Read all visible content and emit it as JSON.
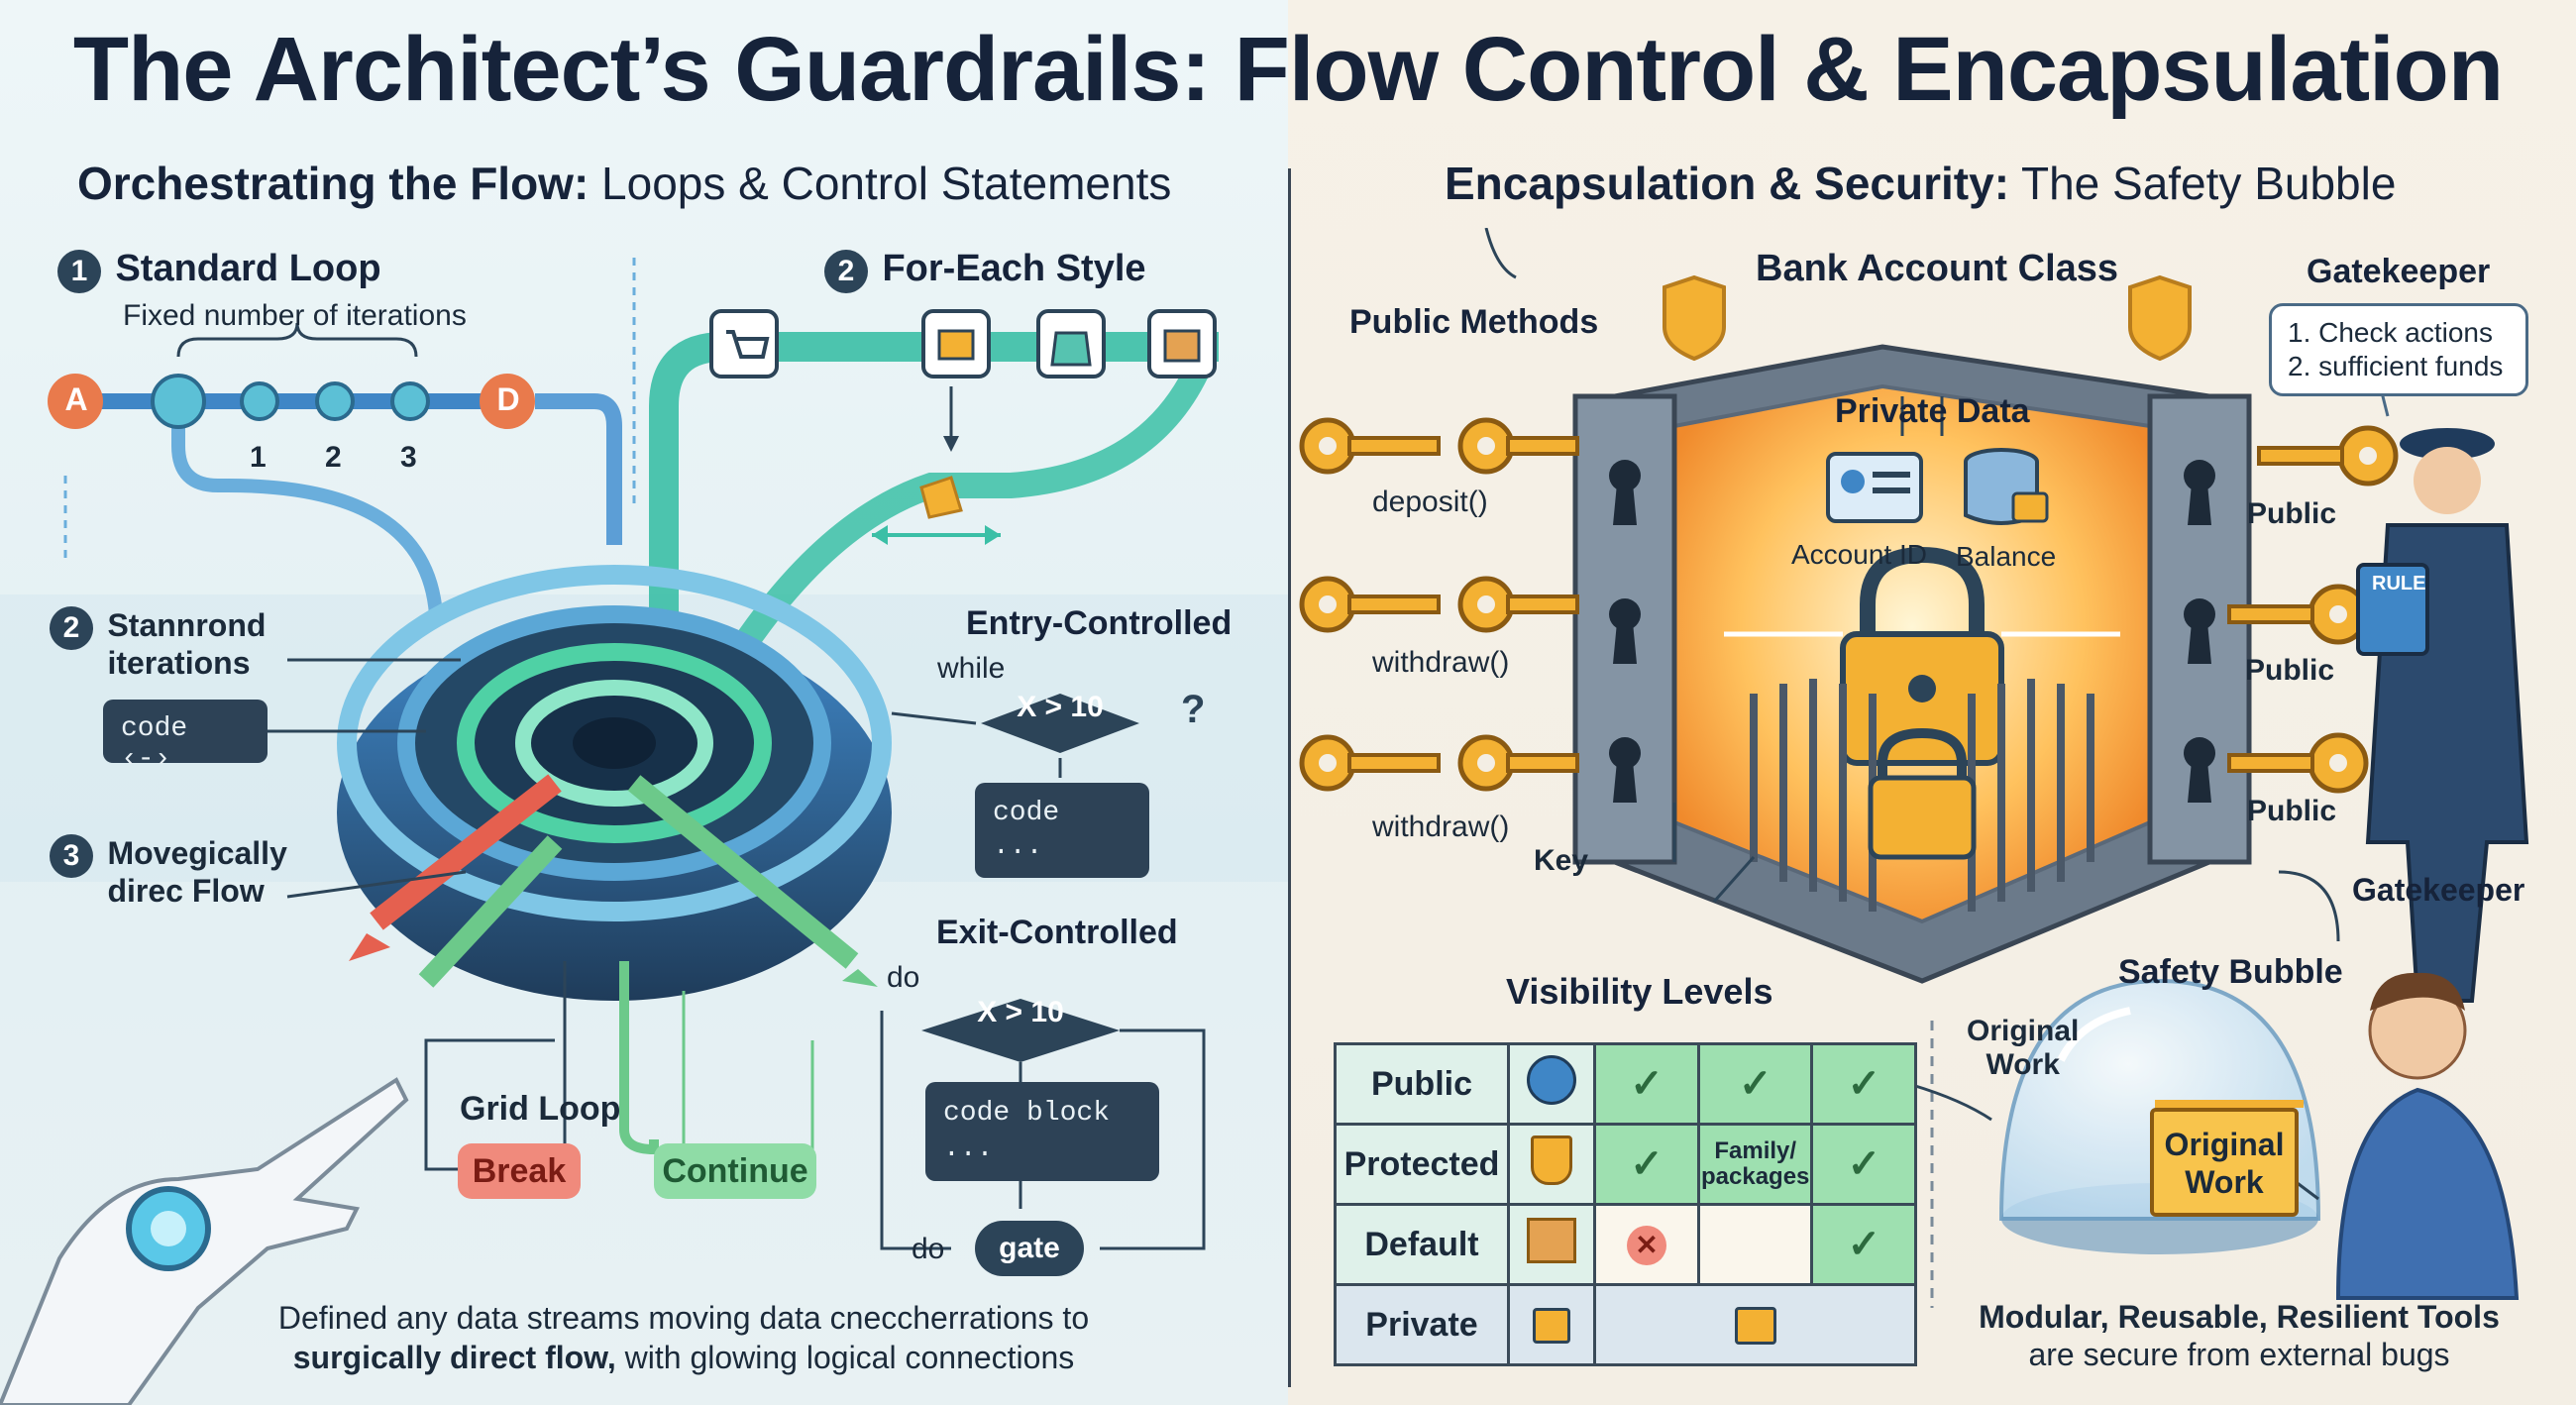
{
  "title": "The Architect’s Guardrails: Flow Control & Encapsulation",
  "left": {
    "heading_bold": "Orchestrating the Flow:",
    "heading_rest": " Loops & Control Statements",
    "standard_loop": {
      "num": "1",
      "title": "Standard Loop",
      "subtitle": "Fixed number of iterations",
      "start": "A",
      "end": "D",
      "ticks": [
        "1",
        "2",
        "3"
      ]
    },
    "for_each": {
      "num": "2",
      "title": "For-Each Style"
    },
    "stannrond": {
      "num": "2",
      "line1": "Stannrond",
      "line2": "iterations",
      "code": "code ‹-›"
    },
    "movegically": {
      "num": "3",
      "line1": "Movegically",
      "line2": "direc Flow"
    },
    "entry": {
      "title": "Entry-Controlled",
      "keyword": "while",
      "condition": "X > 10",
      "mark": "?",
      "code_line1": "code",
      "code_line2": "..."
    },
    "exit": {
      "title": "Exit-Controlled",
      "keyword": "do",
      "condition": "X > 10",
      "code_line1": "code block",
      "code_line2": "...",
      "bottom_keyword": "do",
      "gate": "gate"
    },
    "grid_loop": "Grid Loop",
    "break": "Break",
    "continue": "Continue",
    "caption_line1": "Defined any data streams moving data cneccherrations to",
    "caption_line2_bold": "surgically direct flow,",
    "caption_line2_rest": " with glowing logical connections"
  },
  "right": {
    "heading_bold": "Encapsulation & Security:",
    "heading_rest": " The Safety Bubble",
    "class_title": "Bank Account Class",
    "private_data": "Private Data",
    "account_id": "Account ID",
    "balance": "Balance",
    "public_methods": "Public Methods",
    "methods": [
      "deposit()",
      "withdraw()",
      "withdraw()"
    ],
    "key_label": "Key",
    "gatekeeper_title": "Gatekeeper",
    "gatekeeper_notes": [
      "1. Check actions",
      "2. sufficient funds"
    ],
    "public_labels": [
      "Public",
      "Public",
      "Public"
    ],
    "gatekeeper_bottom": "Gatekeeper",
    "rule_book": "RULE",
    "visibility_title": "Visibility Levels",
    "visibility_rows": [
      {
        "name": "Public",
        "icon": "globe-icon"
      },
      {
        "name": "Protected",
        "icon": "shield-icon",
        "note_line1": "Family/",
        "note_line2": "packages"
      },
      {
        "name": "Default",
        "icon": "box-icon"
      },
      {
        "name": "Private",
        "icon": "lock-icon"
      }
    ],
    "safety_bubble": "Safety Bubble",
    "original_work_label_1": "Original",
    "original_work_label_2": "Work",
    "folder_line1": "Original",
    "folder_line2": "Work",
    "footer_bold": "Modular, Reusable, Resilient Tools",
    "footer_rest": "are secure from external bugs"
  },
  "colors": {
    "teal": "#3bbfa6",
    "blue": "#3f86c6",
    "red": "#e5604f",
    "green": "#6cc98a",
    "gold": "#f3b133",
    "navy": "#2c4458"
  }
}
